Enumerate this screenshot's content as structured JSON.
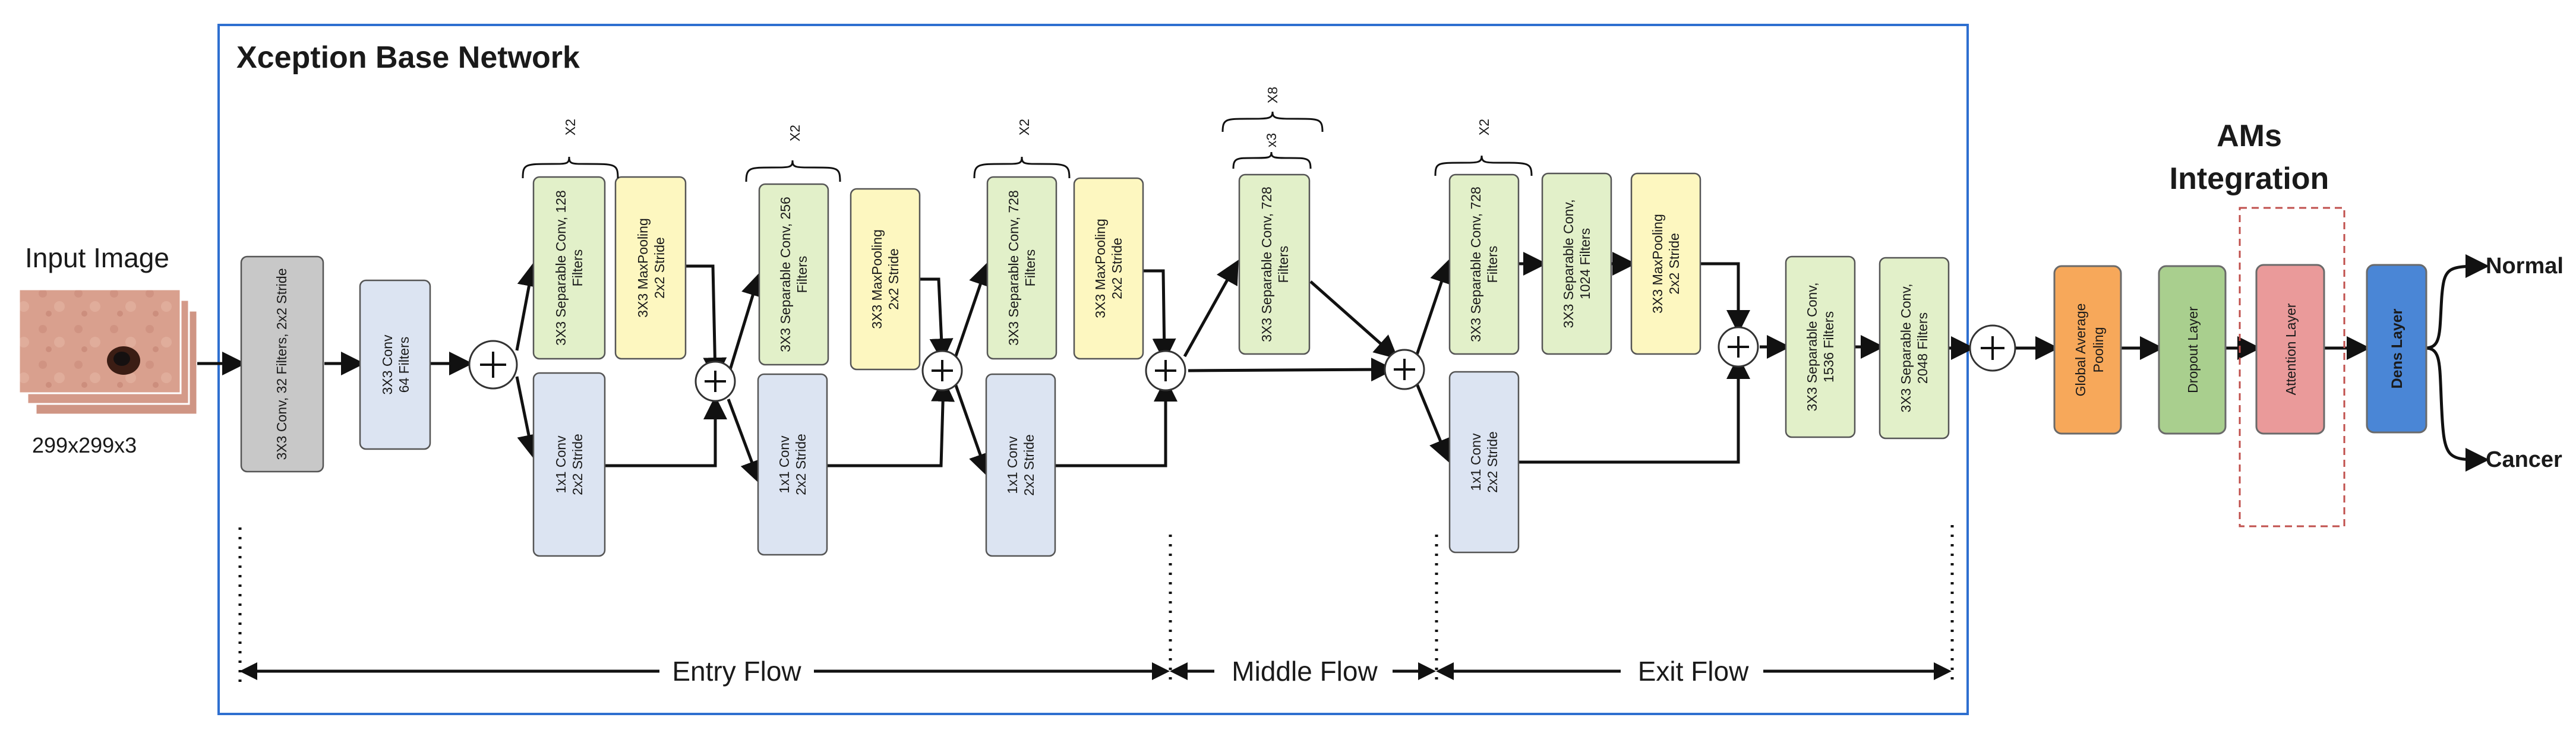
{
  "title": "Xception Base Network",
  "input": {
    "label": "Input Image",
    "size": "299x299x3"
  },
  "am_title_line1": "AMs",
  "am_title_line2": "Integration",
  "repeat": {
    "x2": "X2",
    "x3": "x3",
    "x8": "X8"
  },
  "nodes": {
    "conv32": "3X3 Conv, 32 Filters, 2x2 Stride",
    "conv64_l1": "3X3 Conv",
    "conv64_l2": "64 Filters",
    "sep128_l1": "3X3 Separable Conv, 128",
    "sep128_l2": "Filters",
    "pool1_l1": "3X3 MaxPooling",
    "pool1_l2": "2x2 Stride",
    "res1_l1": "1x1 Conv",
    "res1_l2": "2x2 Stride",
    "sep256_l1": "3X3 Separable Conv, 256",
    "sep256_l2": "Filters",
    "pool2_l1": "3X3 MaxPooling",
    "pool2_l2": "2x2 Stride",
    "res2_l1": "1x1 Conv",
    "res2_l2": "2x2 Stride",
    "sep728a_l1": "3X3 Separable Conv, 728",
    "sep728a_l2": "Filters",
    "pool3_l1": "3X3 MaxPooling",
    "pool3_l2": "2x2 Stride",
    "res3_l1": "1x1 Conv",
    "res3_l2": "2x2 Stride",
    "mid_l1": "3X3 Separable Conv, 728",
    "mid_l2": "Filters",
    "exit728_l1": "3X3 Separable Conv, 728",
    "exit728_l2": "Filters",
    "exit1024_l1": "3X3 Separable Conv,",
    "exit1024_l2": "1024 Filters",
    "pool4_l1": "3X3 MaxPooling",
    "pool4_l2": "2x2 Stride",
    "res4_l1": "1x1 Conv",
    "res4_l2": "2x2 Stride",
    "sep1536_l1": "3X3 Separable Conv,",
    "sep1536_l2": "1536 Filters",
    "sep2048_l1": "3X3 Separable Conv,",
    "sep2048_l2": "2048 Filters",
    "gap_l1": "Global Average",
    "gap_l2": "Pooling",
    "dropout": "Dropout Layer",
    "attention": "Attention Layer",
    "dense": "Dens Layer"
  },
  "outputs": {
    "normal": "Normal",
    "cancer": "Cancer"
  },
  "flows": {
    "entry": "Entry Flow",
    "middle": "Middle Flow",
    "exit": "Exit Flow"
  },
  "colors": {
    "gray": "#c8c8c8",
    "blue": "#dce4f2",
    "green": "#e2f0c9",
    "yellow": "#fdf7c0",
    "orange": "#f7a85a",
    "dgreen": "#a9cf8e",
    "pink": "#ea9a9a",
    "dblue": "#4a86d6",
    "frame": "#2e6fd0",
    "dash": "#c0504d"
  }
}
